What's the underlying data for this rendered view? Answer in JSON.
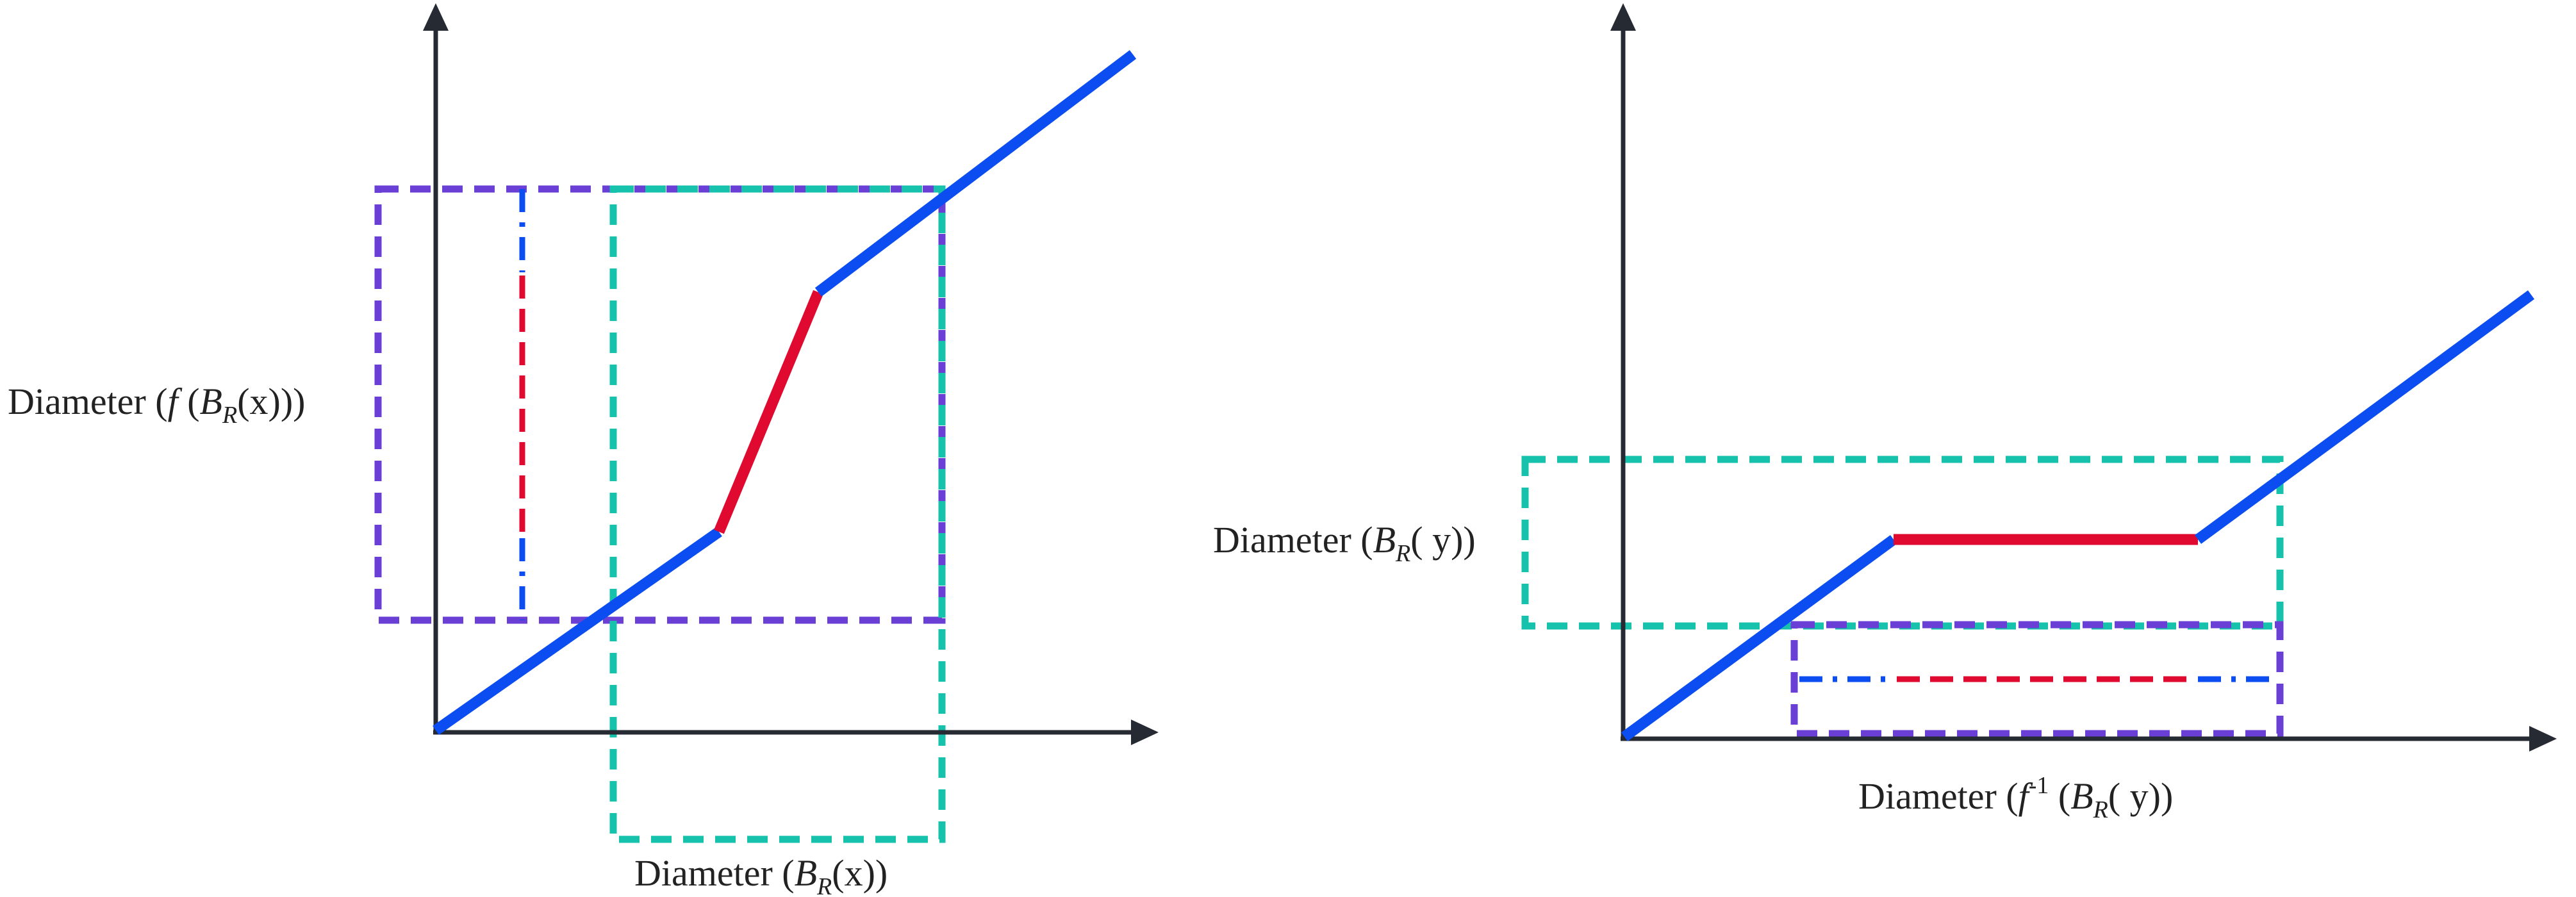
{
  "colors": {
    "axis": "#262a33",
    "curve_blue": "#0b4df0",
    "curve_red": "#e0092f",
    "box_purple": "#6a3fd6",
    "box_teal": "#17c2ad"
  },
  "left_panel": {
    "y_label": {
      "prefix": "Diameter (",
      "f": "f",
      "open": " (",
      "B": "B",
      "sub": "R",
      "arg": "(x)))"
    },
    "x_label": {
      "prefix": "Diameter (",
      "B": "B",
      "sub": "R",
      "arg": "(x))"
    }
  },
  "right_panel": {
    "y_label": {
      "prefix": "Diameter (",
      "B": "B",
      "sub": "R",
      "arg": "( y))"
    },
    "x_label": {
      "prefix": "Diameter (",
      "f": "f",
      "sup": "-1",
      "open": " (",
      "B": "B",
      "sub": "R",
      "arg": "( y))"
    }
  }
}
